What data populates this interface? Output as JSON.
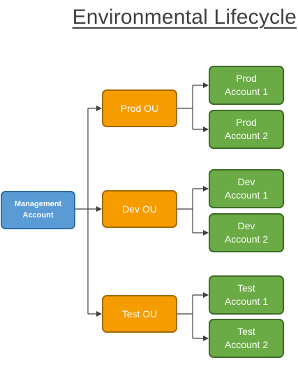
{
  "title": "Environmental Lifecycle",
  "management": {
    "label": "Management\nAccount"
  },
  "ous": [
    {
      "label": "Prod OU",
      "accounts": [
        {
          "label": "Prod\nAccount 1"
        },
        {
          "label": "Prod\nAccount 2"
        }
      ]
    },
    {
      "label": "Dev OU",
      "accounts": [
        {
          "label": "Dev\nAccount 1"
        },
        {
          "label": "Dev\nAccount 2"
        }
      ]
    },
    {
      "label": "Test OU",
      "accounts": [
        {
          "label": "Test\nAccount 1"
        },
        {
          "label": "Test\nAccount 2"
        }
      ]
    }
  ],
  "colors": {
    "management_fill": "#5b9bd5",
    "ou_fill": "#f59c00",
    "account_fill": "#6aab45",
    "connector": "#404040"
  }
}
